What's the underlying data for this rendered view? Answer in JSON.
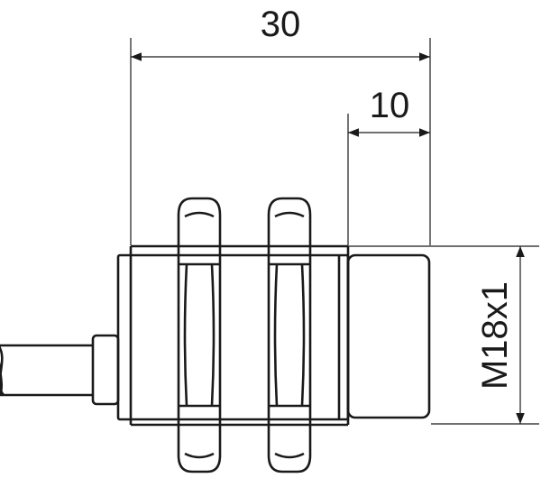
{
  "dimensions": {
    "overall_length": "30",
    "sensing_face_length": "10",
    "thread": "M18x1"
  },
  "colors": {
    "line": "#1a1a1a",
    "background": "#ffffff"
  }
}
